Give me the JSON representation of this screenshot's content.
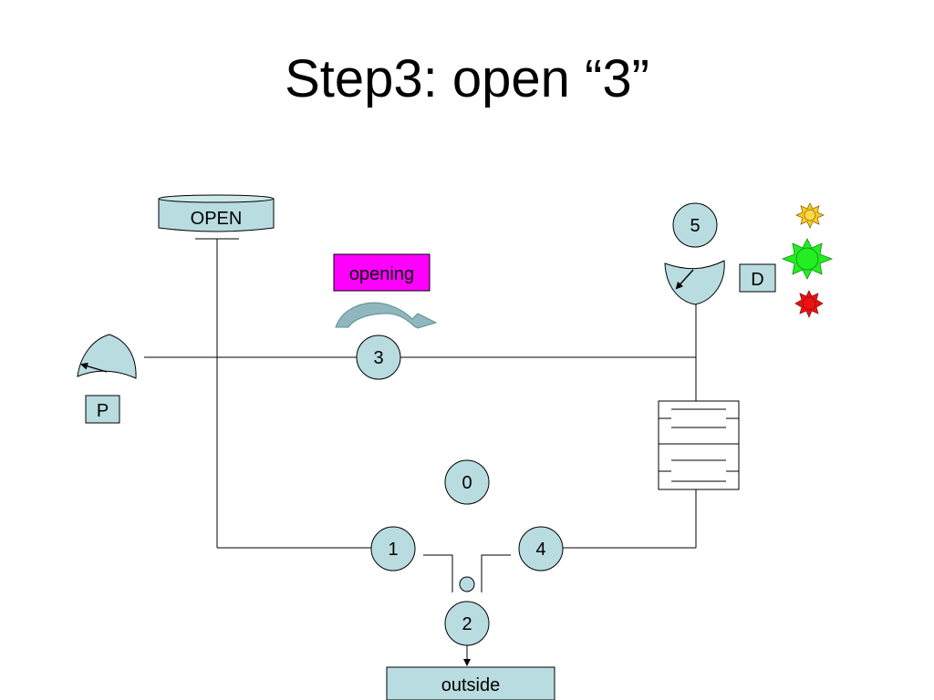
{
  "title": "Step3: open “3”",
  "nodes": {
    "n0": "0",
    "n1": "1",
    "n2": "2",
    "n3": "3",
    "n4": "4",
    "n5": "5"
  },
  "labels": {
    "open_db": "OPEN",
    "opening_tag": "opening",
    "p_box": "P",
    "d_box": "D",
    "outside_box": "outside"
  },
  "colors": {
    "node_fill": "#b9dce0",
    "opening_fill": "#ff00ff",
    "light_top": "#ffcc22",
    "light_middle": "#22ee22",
    "light_bottom": "#ee1111"
  }
}
